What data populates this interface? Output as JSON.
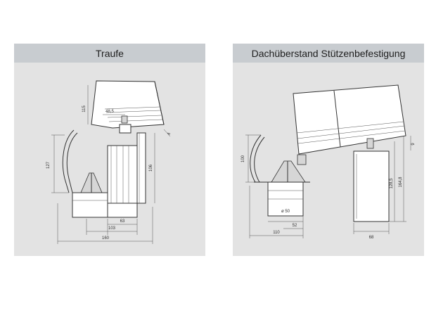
{
  "panels": [
    {
      "title": "Traufe",
      "dims": {
        "d115": "115",
        "d48_5": "48,5",
        "d4": "4",
        "d127": "127",
        "d106": "106",
        "d63": "63",
        "d103": "103",
        "d160": "160"
      }
    },
    {
      "title": "Dachüberstand Stützenbefestigung",
      "dims": {
        "d100": "100",
        "d9": "9",
        "d128_5": "128,5",
        "d164_8": "164,8",
        "dia50": "ø 50",
        "d52": "52",
        "d110": "110",
        "d68": "68"
      }
    }
  ]
}
